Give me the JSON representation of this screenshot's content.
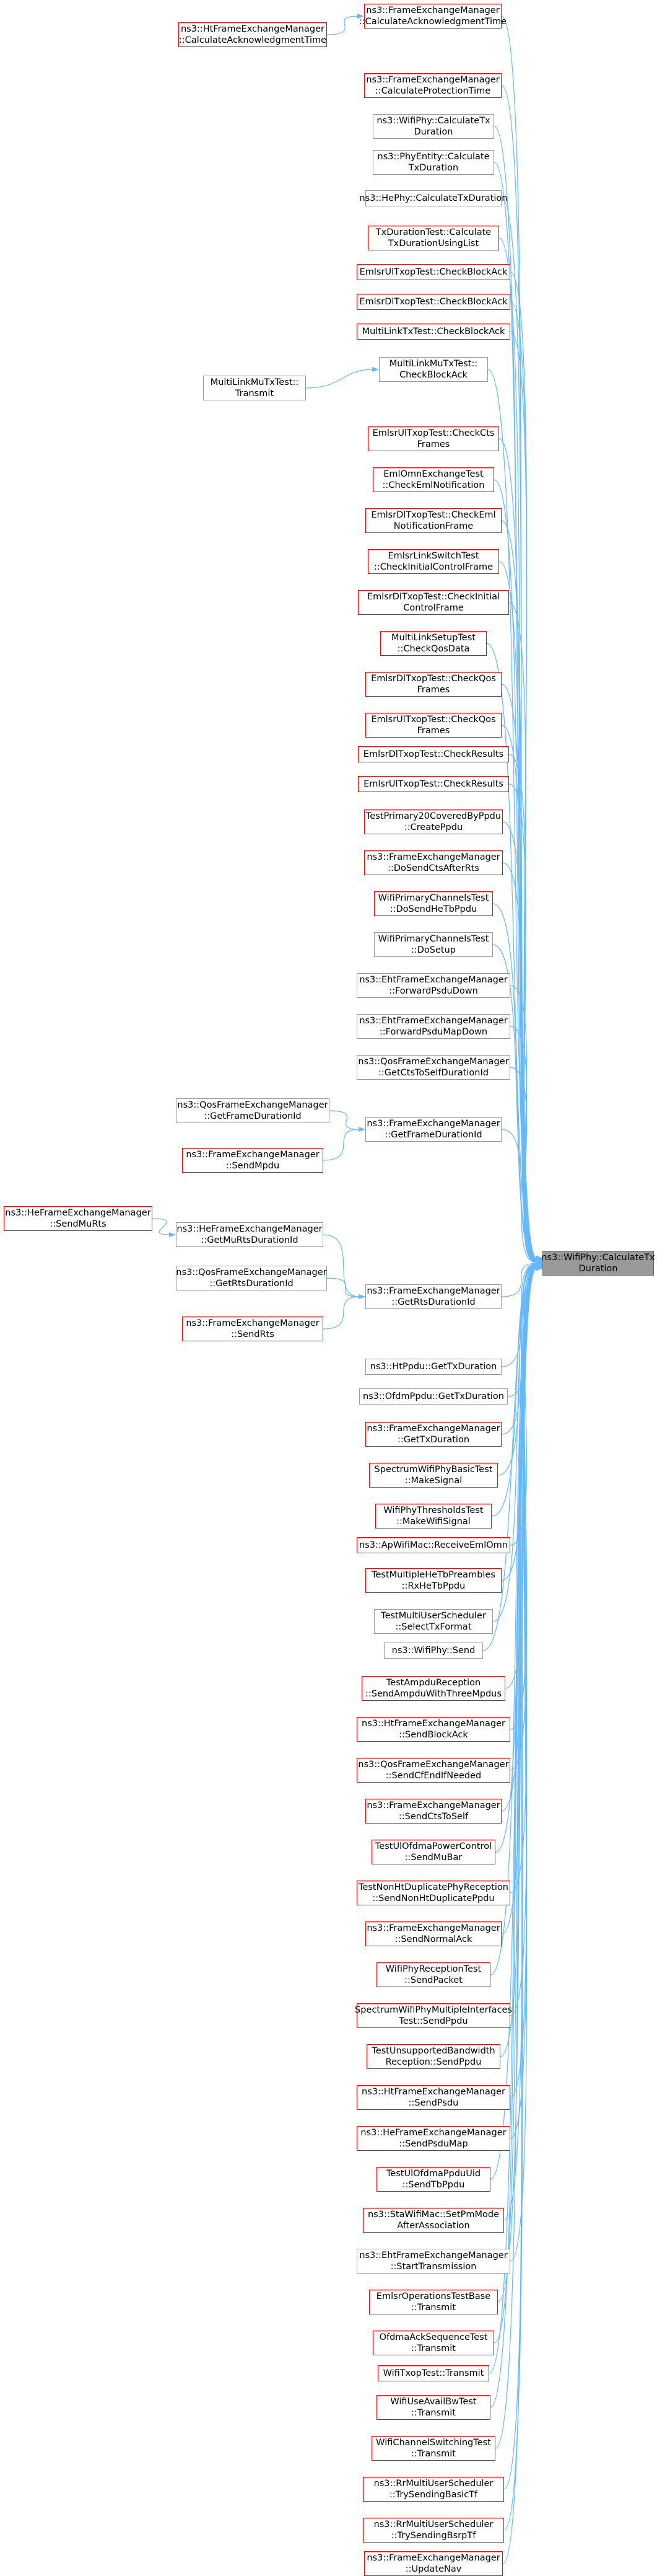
{
  "target": {
    "label": "ns3::WifiPhy::CalculateTx\nDuration"
  },
  "colors": {
    "edge": "#63b8ff",
    "red_border": "#ff0000",
    "gray_border": "#999999",
    "target_fill": "#999999"
  },
  "callers": [
    {
      "id": "n0",
      "label": "ns3::FrameExchangeManager\n::CalculateAcknowledgmentTime",
      "style": "red"
    },
    {
      "id": "n1",
      "label": "ns3::HtFrameExchangeManager\n::CalculateAcknowledgmentTime",
      "style": "red"
    },
    {
      "id": "n2",
      "label": "ns3::FrameExchangeManager\n::CalculateProtectionTime",
      "style": "red"
    },
    {
      "id": "n3",
      "label": "ns3::WifiPhy::CalculateTx\nDuration",
      "style": "gray"
    },
    {
      "id": "n4",
      "label": "ns3::PhyEntity::Calculate\nTxDuration",
      "style": "gray"
    },
    {
      "id": "n5",
      "label": "ns3::HePhy::CalculateTxDuration",
      "style": "gray"
    },
    {
      "id": "n6",
      "label": "TxDurationTest::Calculate\nTxDurationUsingList",
      "style": "red"
    },
    {
      "id": "n7",
      "label": "EmlsrUlTxopTest::CheckBlockAck",
      "style": "red"
    },
    {
      "id": "n8",
      "label": "EmlsrDlTxopTest::CheckBlockAck",
      "style": "red"
    },
    {
      "id": "n9",
      "label": "MultiLinkTxTest::CheckBlockAck",
      "style": "red"
    },
    {
      "id": "n10",
      "label": "MultiLinkMuTxTest::\nCheckBlockAck",
      "style": "gray"
    },
    {
      "id": "n11",
      "label": "MultiLinkMuTxTest::\nTransmit",
      "style": "gray"
    },
    {
      "id": "n12",
      "label": "EmlsrUlTxopTest::CheckCts\nFrames",
      "style": "red"
    },
    {
      "id": "n13",
      "label": "EmlOmnExchangeTest\n::CheckEmlNotification",
      "style": "red"
    },
    {
      "id": "n14",
      "label": "EmlsrDlTxopTest::CheckEml\nNotificationFrame",
      "style": "red"
    },
    {
      "id": "n15",
      "label": "EmlsrLinkSwitchTest\n::CheckInitialControlFrame",
      "style": "red"
    },
    {
      "id": "n16",
      "label": "EmlsrDlTxopTest::CheckInitial\nControlFrame",
      "style": "red"
    },
    {
      "id": "n17",
      "label": "MultiLinkSetupTest\n::CheckQosData",
      "style": "red"
    },
    {
      "id": "n18",
      "label": "EmlsrDlTxopTest::CheckQos\nFrames",
      "style": "red"
    },
    {
      "id": "n19",
      "label": "EmlsrUlTxopTest::CheckQos\nFrames",
      "style": "red"
    },
    {
      "id": "n20",
      "label": "EmlsrDlTxopTest::CheckResults",
      "style": "red"
    },
    {
      "id": "n21",
      "label": "EmlsrUlTxopTest::CheckResults",
      "style": "red"
    },
    {
      "id": "n22",
      "label": "TestPrimary20CoveredByPpdu\n::CreatePpdu",
      "style": "red"
    },
    {
      "id": "n23",
      "label": "ns3::FrameExchangeManager\n::DoSendCtsAfterRts",
      "style": "red"
    },
    {
      "id": "n24",
      "label": "WifiPrimaryChannelsTest\n::DoSendHeTbPpdu",
      "style": "red"
    },
    {
      "id": "n25",
      "label": "WifiPrimaryChannelsTest\n::DoSetup",
      "style": "gray"
    },
    {
      "id": "n26",
      "label": "ns3::EhtFrameExchangeManager\n::ForwardPsduDown",
      "style": "gray"
    },
    {
      "id": "n27",
      "label": "ns3::EhtFrameExchangeManager\n::ForwardPsduMapDown",
      "style": "gray"
    },
    {
      "id": "n28",
      "label": "ns3::QosFrameExchangeManager\n::GetCtsToSelfDurationId",
      "style": "gray"
    },
    {
      "id": "n29",
      "label": "ns3::QosFrameExchangeManager\n::GetFrameDurationId",
      "style": "gray"
    },
    {
      "id": "n30",
      "label": "ns3::FrameExchangeManager\n::GetFrameDurationId",
      "style": "gray"
    },
    {
      "id": "n31",
      "label": "ns3::FrameExchangeManager\n::SendMpdu",
      "style": "red"
    },
    {
      "id": "n32",
      "label": "ns3::HeFrameExchangeManager\n::SendMuRts",
      "style": "red"
    },
    {
      "id": "n33",
      "label": "ns3::HeFrameExchangeManager\n::GetMuRtsDurationId",
      "style": "gray"
    },
    {
      "id": "n34",
      "label": "ns3::QosFrameExchangeManager\n::GetRtsDurationId",
      "style": "gray"
    },
    {
      "id": "n35",
      "label": "ns3::FrameExchangeManager\n::GetRtsDurationId",
      "style": "gray"
    },
    {
      "id": "n36",
      "label": "ns3::FrameExchangeManager\n::SendRts",
      "style": "red"
    },
    {
      "id": "n37",
      "label": "ns3::HtPpdu::GetTxDuration",
      "style": "gray"
    },
    {
      "id": "n38",
      "label": "ns3::OfdmPpdu::GetTxDuration",
      "style": "gray"
    },
    {
      "id": "n39",
      "label": "ns3::FrameExchangeManager\n::GetTxDuration",
      "style": "red"
    },
    {
      "id": "n40",
      "label": "SpectrumWifiPhyBasicTest\n::MakeSignal",
      "style": "red"
    },
    {
      "id": "n41",
      "label": "WifiPhyThresholdsTest\n::MakeWifiSignal",
      "style": "red"
    },
    {
      "id": "n42",
      "label": "ns3::ApWifiMac::ReceiveEmlOmn",
      "style": "red"
    },
    {
      "id": "n43",
      "label": "TestMultipleHeTbPreambles\n::RxHeTbPpdu",
      "style": "red"
    },
    {
      "id": "n44",
      "label": "TestMultiUserScheduler\n::SelectTxFormat",
      "style": "gray"
    },
    {
      "id": "n45",
      "label": "ns3::WifiPhy::Send",
      "style": "gray"
    },
    {
      "id": "n46",
      "label": "TestAmpduReception\n::SendAmpduWithThreeMpdus",
      "style": "red"
    },
    {
      "id": "n47",
      "label": "ns3::HtFrameExchangeManager\n::SendBlockAck",
      "style": "red"
    },
    {
      "id": "n48",
      "label": "ns3::QosFrameExchangeManager\n::SendCfEndIfNeeded",
      "style": "red"
    },
    {
      "id": "n49",
      "label": "ns3::FrameExchangeManager\n::SendCtsToSelf",
      "style": "red"
    },
    {
      "id": "n50",
      "label": "TestUlOfdmaPowerControl\n::SendMuBar",
      "style": "red"
    },
    {
      "id": "n51",
      "label": "TestNonHtDuplicatePhyReception\n::SendNonHtDuplicatePpdu",
      "style": "red"
    },
    {
      "id": "n52",
      "label": "ns3::FrameExchangeManager\n::SendNormalAck",
      "style": "red"
    },
    {
      "id": "n53",
      "label": "WifiPhyReceptionTest\n::SendPacket",
      "style": "red"
    },
    {
      "id": "n54",
      "label": "SpectrumWifiPhyMultipleInterfaces\nTest::SendPpdu",
      "style": "red"
    },
    {
      "id": "n55",
      "label": "TestUnsupportedBandwidth\nReception::SendPpdu",
      "style": "red"
    },
    {
      "id": "n56",
      "label": "ns3::HtFrameExchangeManager\n::SendPsdu",
      "style": "red"
    },
    {
      "id": "n57",
      "label": "ns3::HeFrameExchangeManager\n::SendPsduMap",
      "style": "red"
    },
    {
      "id": "n58",
      "label": "TestUlOfdmaPpduUid\n::SendTbPpdu",
      "style": "red"
    },
    {
      "id": "n59",
      "label": "ns3::StaWifiMac::SetPmMode\nAfterAssociation",
      "style": "red"
    },
    {
      "id": "n60",
      "label": "ns3::EhtFrameExchangeManager\n::StartTransmission",
      "style": "gray"
    },
    {
      "id": "n61",
      "label": "EmlsrOperationsTestBase\n::Transmit",
      "style": "red"
    },
    {
      "id": "n62",
      "label": "OfdmaAckSequenceTest\n::Transmit",
      "style": "red"
    },
    {
      "id": "n63",
      "label": "WifiTxopTest::Transmit",
      "style": "red"
    },
    {
      "id": "n64",
      "label": "WifiUseAvailBwTest\n::Transmit",
      "style": "red"
    },
    {
      "id": "n65",
      "label": "WifiChannelSwitchingTest\n::Transmit",
      "style": "red"
    },
    {
      "id": "n66",
      "label": "ns3::RrMultiUserScheduler\n::TrySendingBasicTf",
      "style": "red"
    },
    {
      "id": "n67",
      "label": "ns3::RrMultiUserScheduler\n::TrySendingBsrpTf",
      "style": "red"
    },
    {
      "id": "n68",
      "label": "ns3::FrameExchangeManager\n::UpdateNav",
      "style": "red"
    }
  ]
}
